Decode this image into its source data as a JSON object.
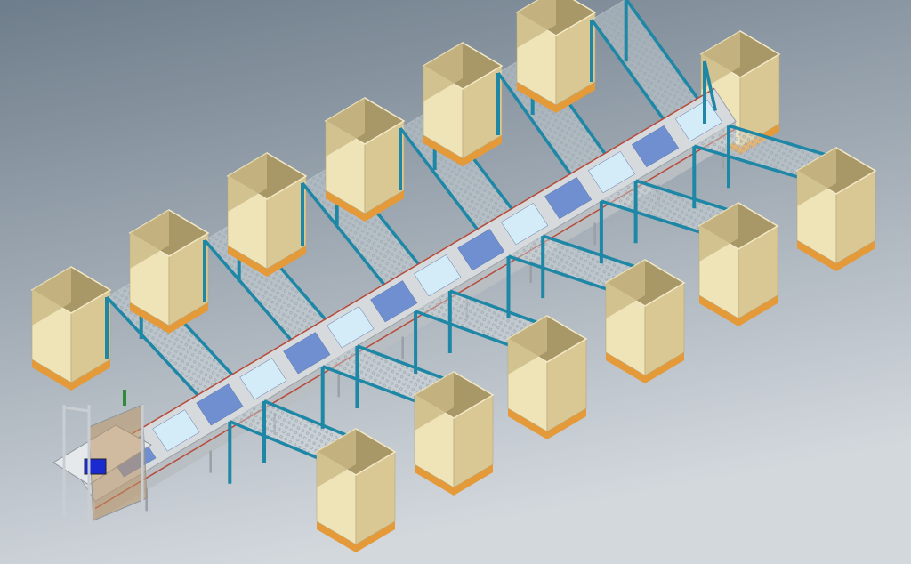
{
  "scene": {
    "subject": "conveyor-sorting-system-render",
    "left_bin_count": 6,
    "right_bin_count": 7,
    "colors": {
      "background_top": "#6e7d8b",
      "background_bottom": "#d3d8dd",
      "bin_face_light": "#efe3b8",
      "bin_face_dark": "#d9c894",
      "bin_interior": "#a89868",
      "pallet": "#e59a3a",
      "chute_rail": "#1f87a6",
      "chute_mesh": "#c8d2d8",
      "conveyor_frame": "#d6dadd",
      "conveyor_rollers": "#6f8fd0",
      "transfer_zone": "#d4ecf7",
      "guide_rail": "#b84a3a",
      "monitor": "#1a2ad0"
    }
  }
}
